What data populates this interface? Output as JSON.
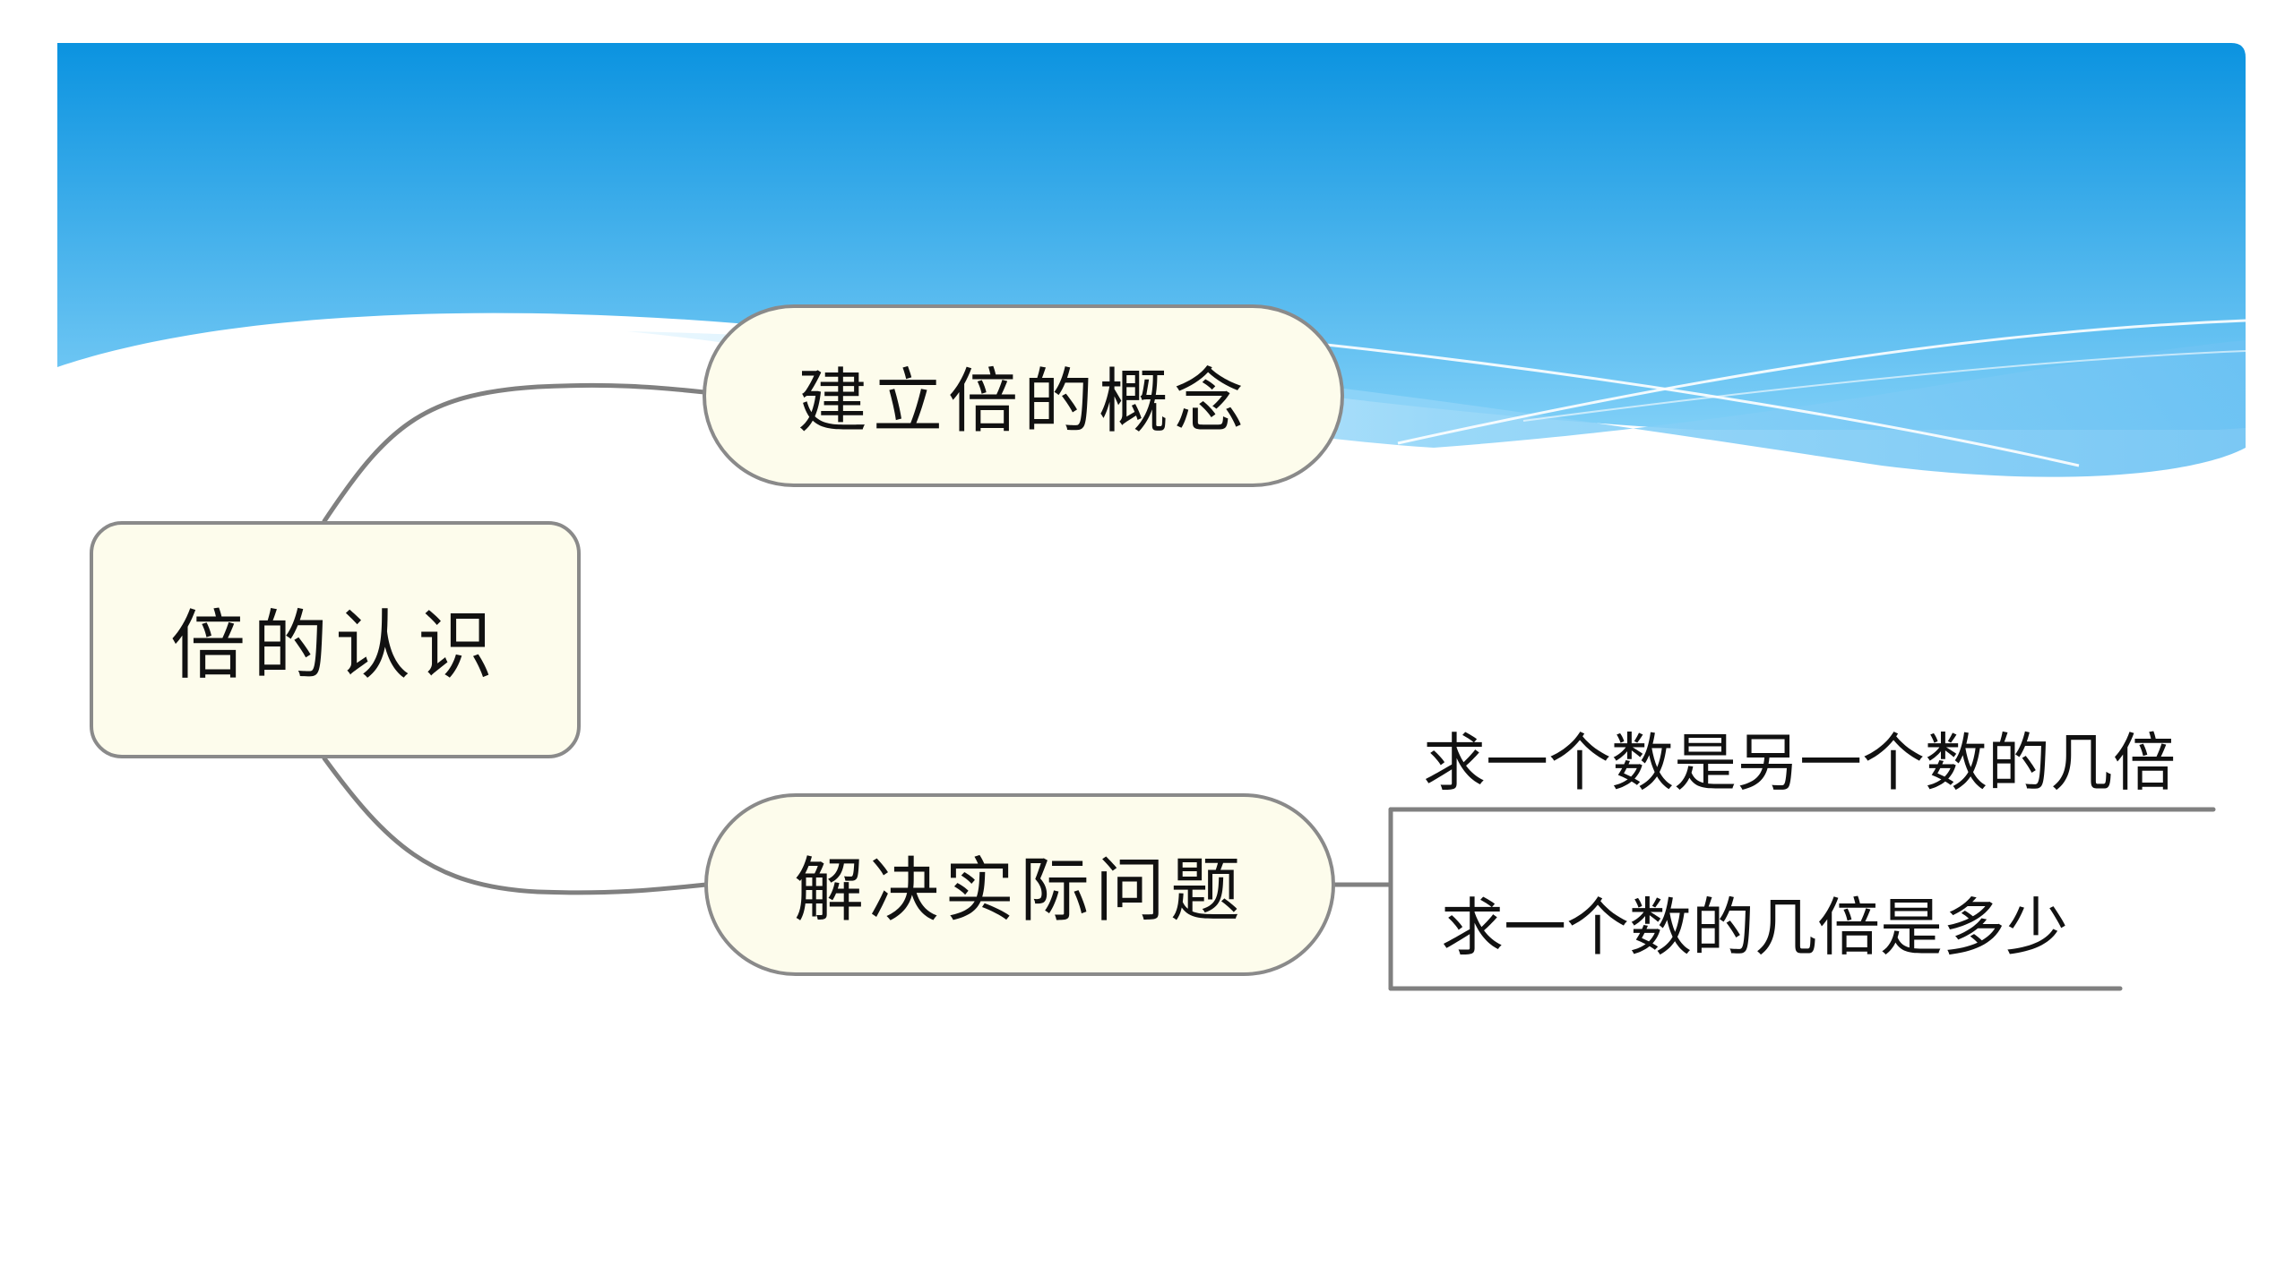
{
  "colors": {
    "banner_top": "#0b93e0",
    "banner_bottom": "#7fcff7",
    "node_fill": "#fdfcec",
    "node_border": "#8a8a8a",
    "connector": "#808080"
  },
  "mindmap": {
    "root": {
      "label": "倍的认识"
    },
    "branches": [
      {
        "label": "建立倍的概念",
        "children": []
      },
      {
        "label": "解决实际问题",
        "children": [
          {
            "label": "求一个数是另一个数的几倍"
          },
          {
            "label": "求一个数的几倍是多少"
          }
        ]
      }
    ]
  }
}
